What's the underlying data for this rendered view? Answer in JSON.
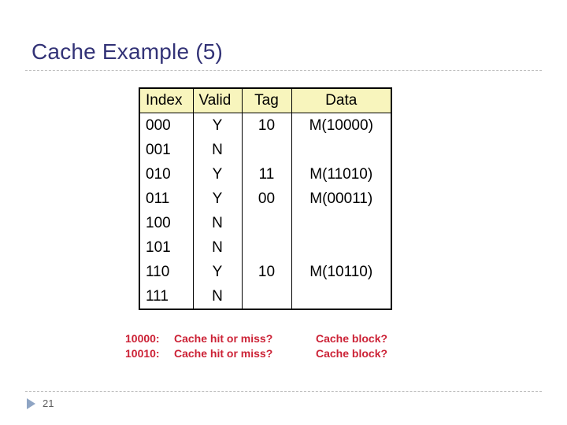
{
  "slide": {
    "title": "Cache Example (5)",
    "number": "21",
    "footer_arrow_icon": "triangle-right-icon",
    "accent_title_color": "#333377",
    "header_fill_color": "#F8F5BD",
    "question_color": "#CC2236",
    "footer_arrow_color": "#8FA5C4"
  },
  "cache_table": {
    "columns": [
      "Index",
      "Valid",
      "Tag",
      "Data"
    ],
    "rows": [
      {
        "index": "000",
        "valid": "Y",
        "tag": "10",
        "data": "M(10000)"
      },
      {
        "index": "001",
        "valid": "N",
        "tag": "",
        "data": ""
      },
      {
        "index": "010",
        "valid": "Y",
        "tag": "11",
        "data": "M(11010)"
      },
      {
        "index": "011",
        "valid": "Y",
        "tag": "00",
        "data": "M(00011)"
      },
      {
        "index": "100",
        "valid": "N",
        "tag": "",
        "data": ""
      },
      {
        "index": "101",
        "valid": "N",
        "tag": "",
        "data": ""
      },
      {
        "index": "110",
        "valid": "Y",
        "tag": "10",
        "data": "M(10110)"
      },
      {
        "index": "111",
        "valid": "N",
        "tag": "",
        "data": ""
      }
    ]
  },
  "questions": [
    {
      "address": "10000:",
      "hit_or_miss": "Cache hit or miss?",
      "block": "Cache block?"
    },
    {
      "address": "10010:",
      "hit_or_miss": "Cache hit or miss?",
      "block": "Cache block?"
    }
  ]
}
